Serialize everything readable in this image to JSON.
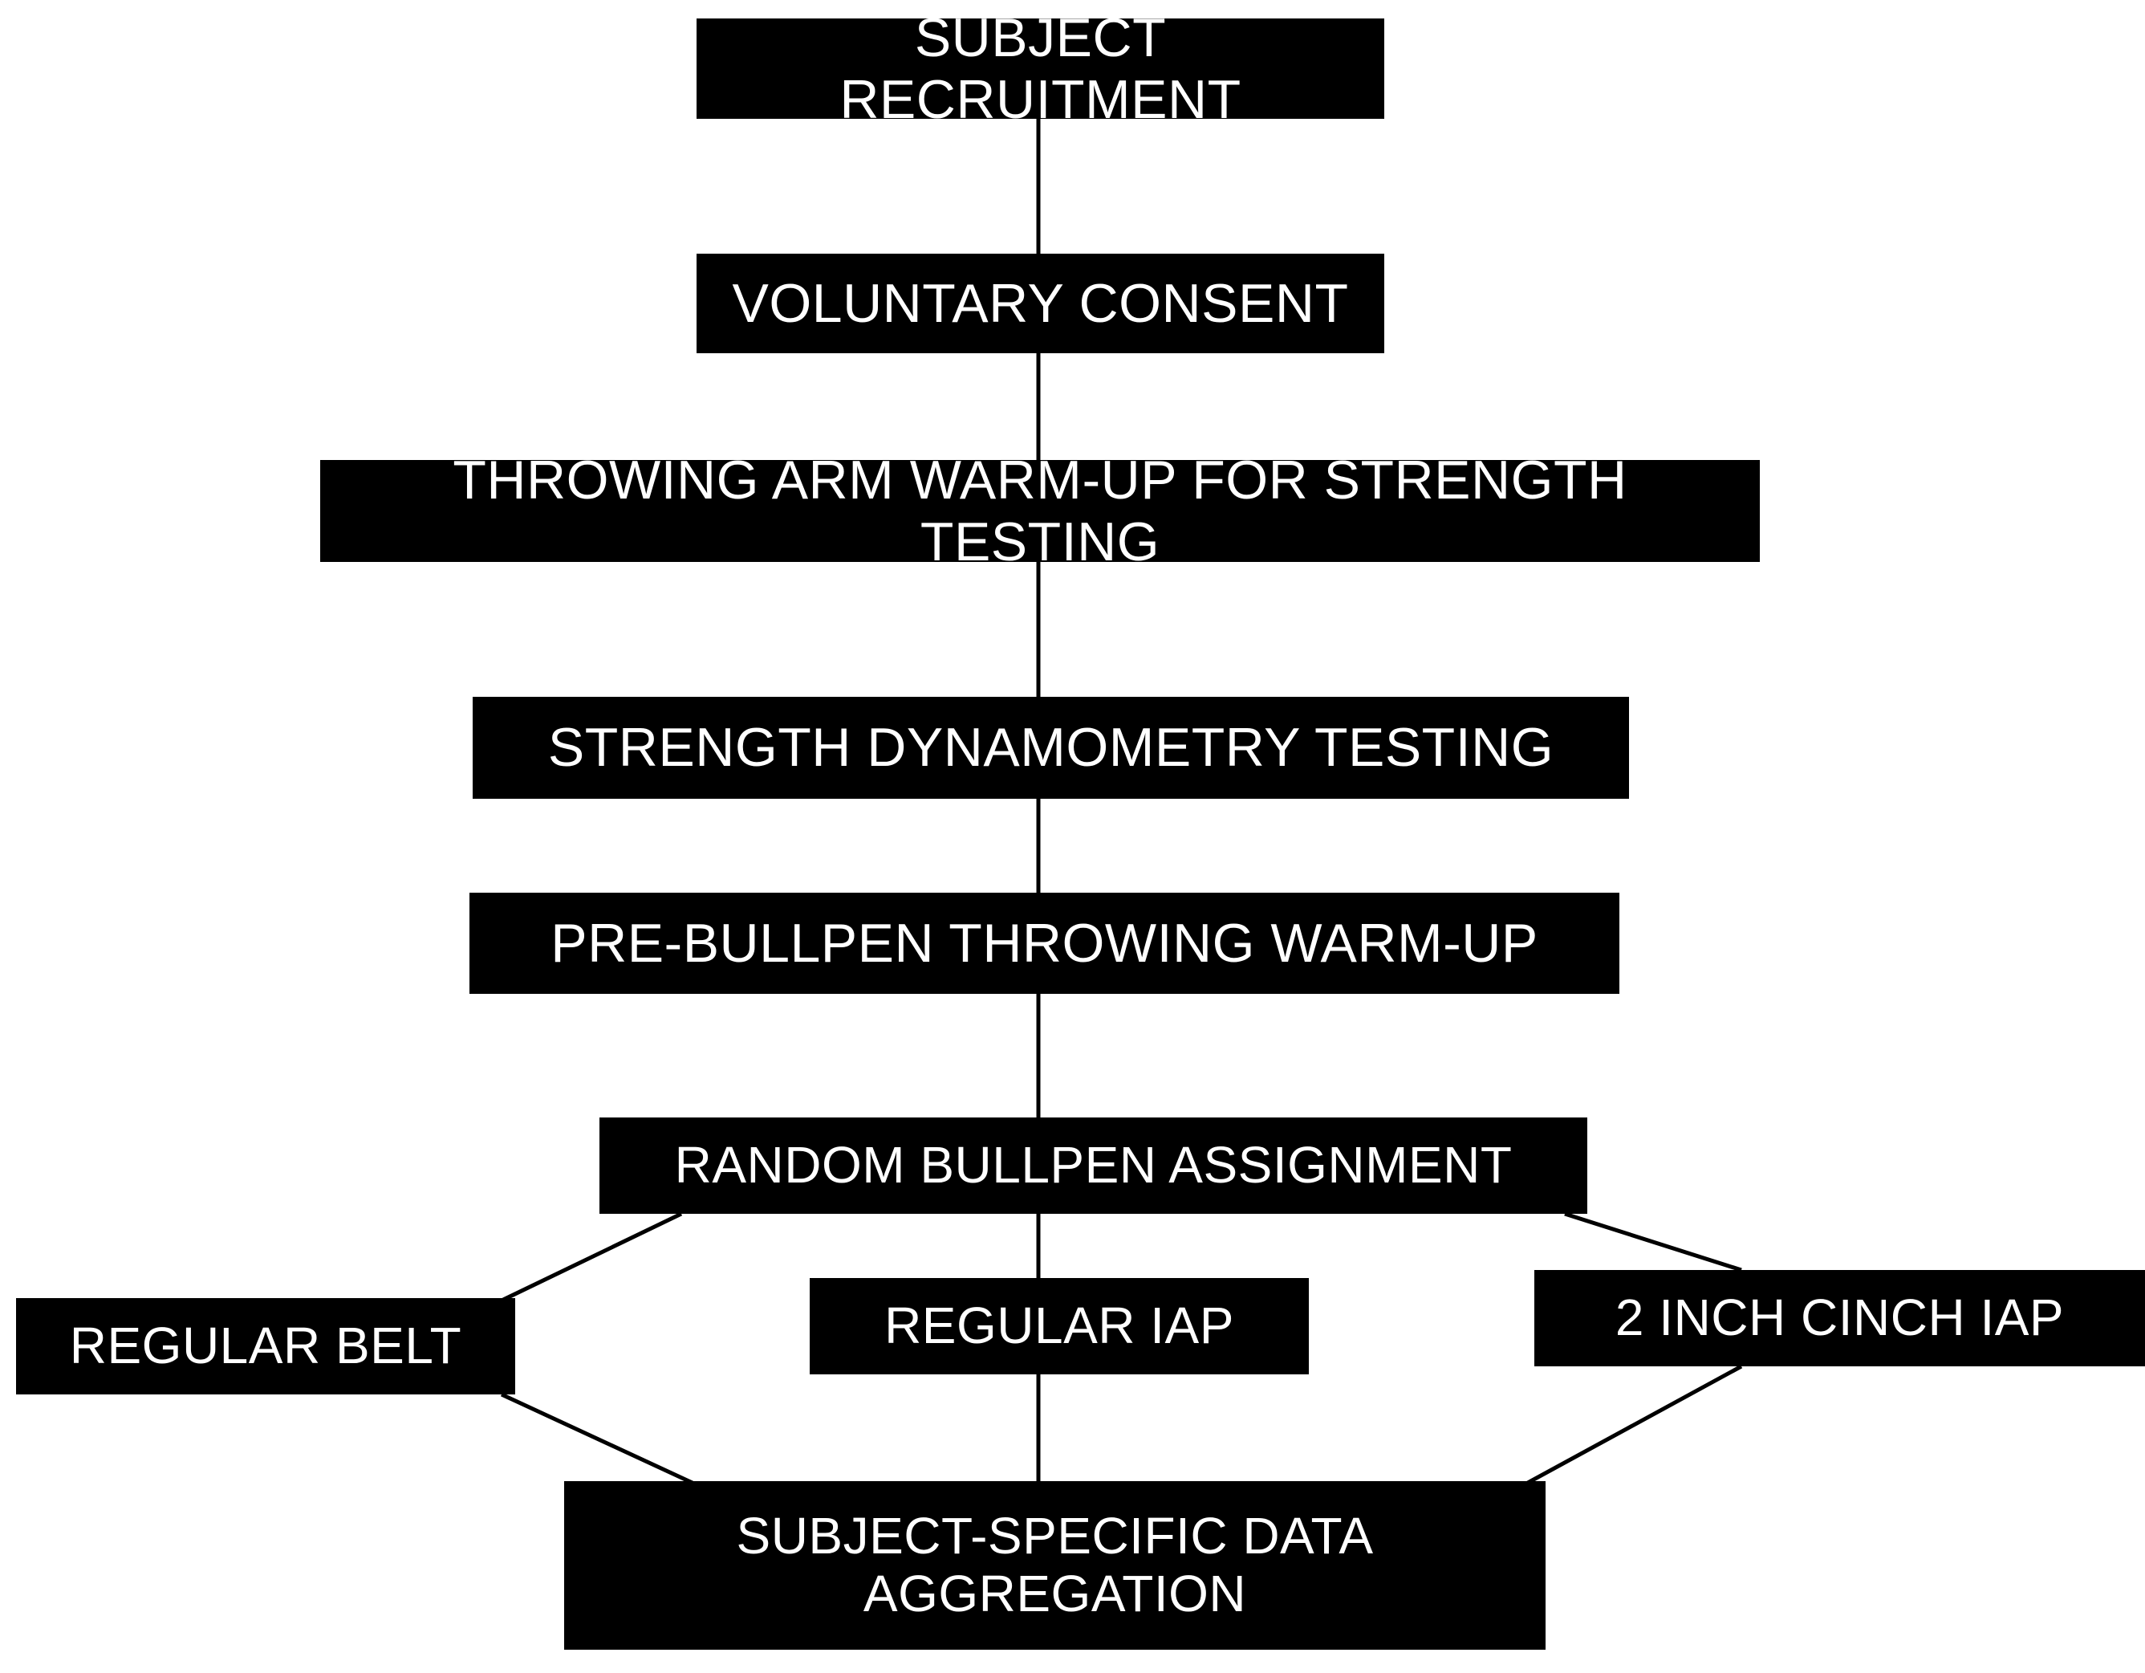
{
  "diagram": {
    "title": "Study Protocol Flowchart",
    "type": "flowchart",
    "colors": {
      "node_fill": "#000000",
      "node_text": "#ffffff",
      "background": "#ffffff",
      "connector": "#000000"
    },
    "nodes": [
      {
        "id": "recruitment",
        "label": "SUBJECT RECRUITMENT"
      },
      {
        "id": "consent",
        "label": "VOLUNTARY CONSENT"
      },
      {
        "id": "warmup_strength",
        "label": "THROWING ARM WARM-UP FOR STRENGTH TESTING"
      },
      {
        "id": "dynamometry",
        "label": "STRENGTH DYNAMOMETRY TESTING"
      },
      {
        "id": "prebullpen_warmup",
        "label": "PRE-BULLPEN THROWING WARM-UP"
      },
      {
        "id": "random_assignment",
        "label": "RANDOM BULLPEN ASSIGNMENT"
      },
      {
        "id": "regular_belt",
        "label": "REGULAR BELT"
      },
      {
        "id": "regular_iap",
        "label": "REGULAR IAP"
      },
      {
        "id": "cinch_iap",
        "label": "2 INCH CINCH IAP"
      },
      {
        "id": "data_aggregation",
        "label": "SUBJECT-SPECIFIC DATA\nAGGREGATION"
      }
    ],
    "edges": [
      {
        "from": "recruitment",
        "to": "consent",
        "style": "vertical"
      },
      {
        "from": "consent",
        "to": "warmup_strength",
        "style": "vertical"
      },
      {
        "from": "warmup_strength",
        "to": "dynamometry",
        "style": "vertical"
      },
      {
        "from": "dynamometry",
        "to": "prebullpen_warmup",
        "style": "vertical"
      },
      {
        "from": "prebullpen_warmup",
        "to": "random_assignment",
        "style": "vertical"
      },
      {
        "from": "random_assignment",
        "to": "regular_belt",
        "style": "diagonal"
      },
      {
        "from": "random_assignment",
        "to": "regular_iap",
        "style": "vertical"
      },
      {
        "from": "random_assignment",
        "to": "cinch_iap",
        "style": "diagonal"
      },
      {
        "from": "regular_belt",
        "to": "data_aggregation",
        "style": "diagonal"
      },
      {
        "from": "regular_iap",
        "to": "data_aggregation",
        "style": "vertical"
      },
      {
        "from": "cinch_iap",
        "to": "data_aggregation",
        "style": "diagonal"
      }
    ]
  }
}
